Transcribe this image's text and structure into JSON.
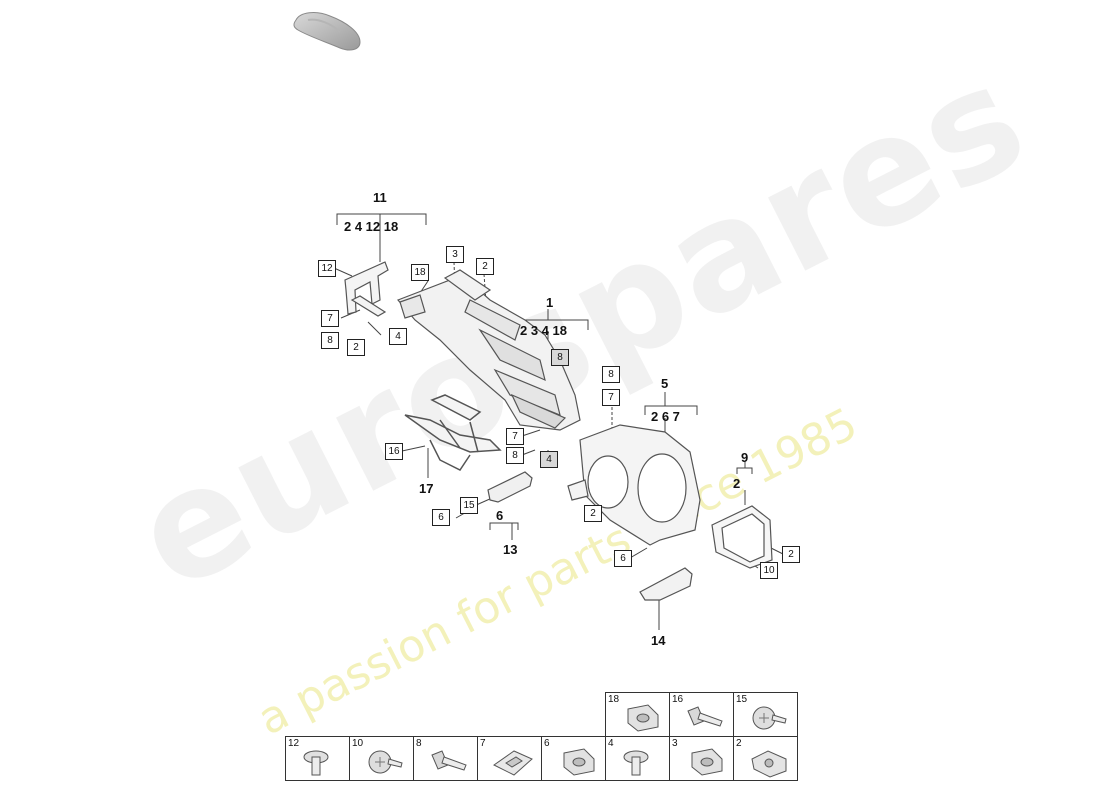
{
  "watermark": {
    "brand": "eurospares",
    "tagline": "a passion for parts since 1985"
  },
  "car_icon": "car-silhouette-icon",
  "groups": {
    "g11": {
      "main": "11",
      "subs": "2  4   12 18"
    },
    "g1": {
      "main": "1",
      "subs": "2 3   4  18"
    },
    "g5": {
      "main": "5",
      "subs": "2   6   7"
    },
    "g9": {
      "main": "9",
      "subs": "2"
    },
    "g13": {
      "main": "13",
      "subs": "6"
    },
    "g17": {
      "main": "17"
    },
    "g14": {
      "main": "14"
    }
  },
  "callouts": [
    {
      "label": "12",
      "grey": false
    },
    {
      "label": "7",
      "grey": false
    },
    {
      "label": "8",
      "grey": false
    },
    {
      "label": "2",
      "grey": false
    },
    {
      "label": "4",
      "grey": false
    },
    {
      "label": "18",
      "grey": false
    },
    {
      "label": "3",
      "grey": false
    },
    {
      "label": "2",
      "grey": false
    },
    {
      "label": "8",
      "grey": true
    },
    {
      "label": "7",
      "grey": false
    },
    {
      "label": "8",
      "grey": false
    },
    {
      "label": "4",
      "grey": true
    },
    {
      "label": "16",
      "grey": false
    },
    {
      "label": "15",
      "grey": false
    },
    {
      "label": "6",
      "grey": false
    },
    {
      "label": "8",
      "grey": false
    },
    {
      "label": "7",
      "grey": false
    },
    {
      "label": "2",
      "grey": false
    },
    {
      "label": "6",
      "grey": false
    },
    {
      "label": "2",
      "grey": false
    },
    {
      "label": "10",
      "grey": false
    }
  ],
  "parts_table": {
    "top_row": [
      {
        "label": "18",
        "icon": "clip-nut-icon"
      },
      {
        "label": "16",
        "icon": "bolt-icon"
      },
      {
        "label": "15",
        "icon": "round-head-screw-icon"
      }
    ],
    "bottom_row": [
      {
        "label": "12",
        "icon": "flange-bolt-icon"
      },
      {
        "label": "10",
        "icon": "round-head-screw-icon"
      },
      {
        "label": "8",
        "icon": "bolt-icon"
      },
      {
        "label": "7",
        "icon": "spring-clip-icon"
      },
      {
        "label": "6",
        "icon": "clip-nut-icon"
      },
      {
        "label": "4",
        "icon": "flange-bolt-icon"
      },
      {
        "label": "3",
        "icon": "clip-nut-icon"
      },
      {
        "label": "2",
        "icon": "bracket-clip-icon"
      }
    ]
  }
}
